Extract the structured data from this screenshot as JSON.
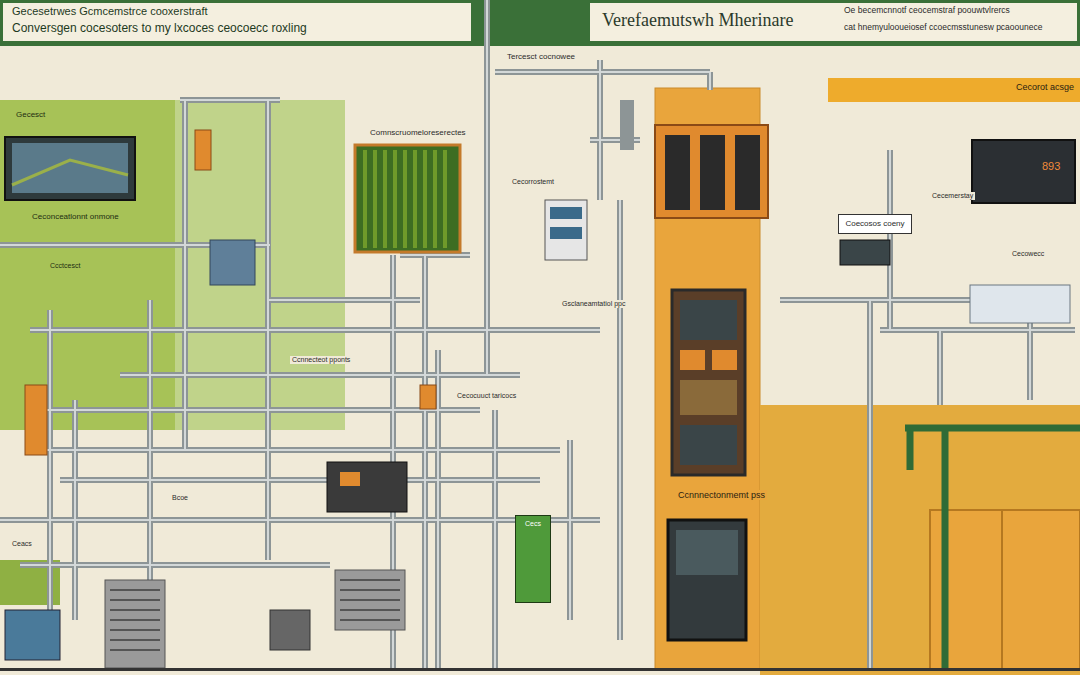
{
  "diagram": {
    "title": "Verefaemutswh Mherinare",
    "nodes": [
      {
        "text": [
          "Cecorot acsge"
        ]
      },
      {
        "text": [
          "Coecosos coeny"
        ]
      },
      {
        "text": [
          "Cecs"
        ]
      }
    ],
    "labels": [
      "Gecesetrwes Gcmcemstrce cooxerstraft",
      "Conversgen cocesoters to my lxcoces ceocoecc roxling",
      "Oe becemcnnotf ceocemstraf poouwtvlrercs",
      "cat hnemyulooueiosef ccoecmsstunesw pcaoounece",
      "Tercesct cocnowee",
      "Gecesct",
      "Comnscruomeloreserectes",
      "Ceconceatlonnt onmone",
      "893",
      "Ccnnnectonmemt pss",
      "Cecorrostemt",
      "Gsclaneamtatiol ppc",
      "Ccctcesct",
      "Cecocuuct taricocs",
      "Ccnnecteot pponts",
      "Ceacs",
      "Bcoe",
      "Cecemerstay",
      "Cecowecc"
    ]
  }
}
